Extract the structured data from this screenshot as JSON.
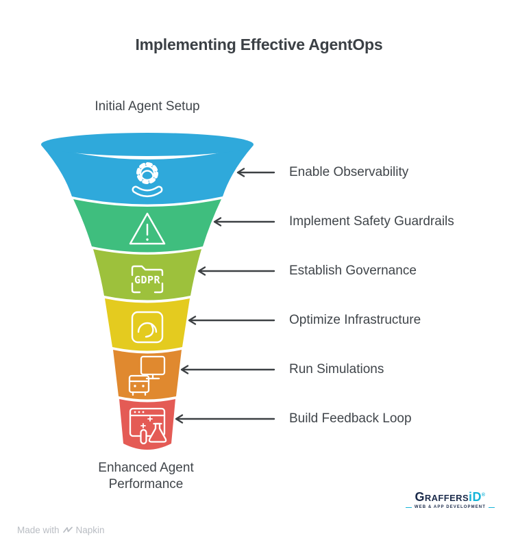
{
  "title": "Implementing Effective AgentOps",
  "funnel": {
    "top_label": "Initial Agent Setup",
    "bottom_label": "Enhanced Agent Performance",
    "stages": [
      {
        "label": "Enable Observability",
        "color": "#2fa9db",
        "icon": "observability-gear-icon"
      },
      {
        "label": "Implement Safety Guardrails",
        "color": "#3fbe7e",
        "icon": "warning-triangle-icon"
      },
      {
        "label": "Establish Governance",
        "color": "#9dc13c",
        "icon": "gdpr-folder-icon",
        "icon_text": "GDPR"
      },
      {
        "label": "Optimize Infrastructure",
        "color": "#e4cb1f",
        "icon": "gauge-icon"
      },
      {
        "label": "Run Simulations",
        "color": "#e0892f",
        "icon": "simulation-devices-icon"
      },
      {
        "label": "Build Feedback Loop",
        "color": "#e45b55",
        "icon": "feedback-flask-icon"
      }
    ],
    "arrow_color": "#3c4043"
  },
  "branding": {
    "logo_primary": "Graffers",
    "logo_accent": "iD",
    "logo_registered": "®",
    "logo_tagline": "WEB & APP DEVELOPMENT",
    "navy": "#1b2b4b",
    "cyan": "#15b4d8"
  },
  "footer": {
    "made_with": "Made with",
    "app_name": "Napkin"
  }
}
